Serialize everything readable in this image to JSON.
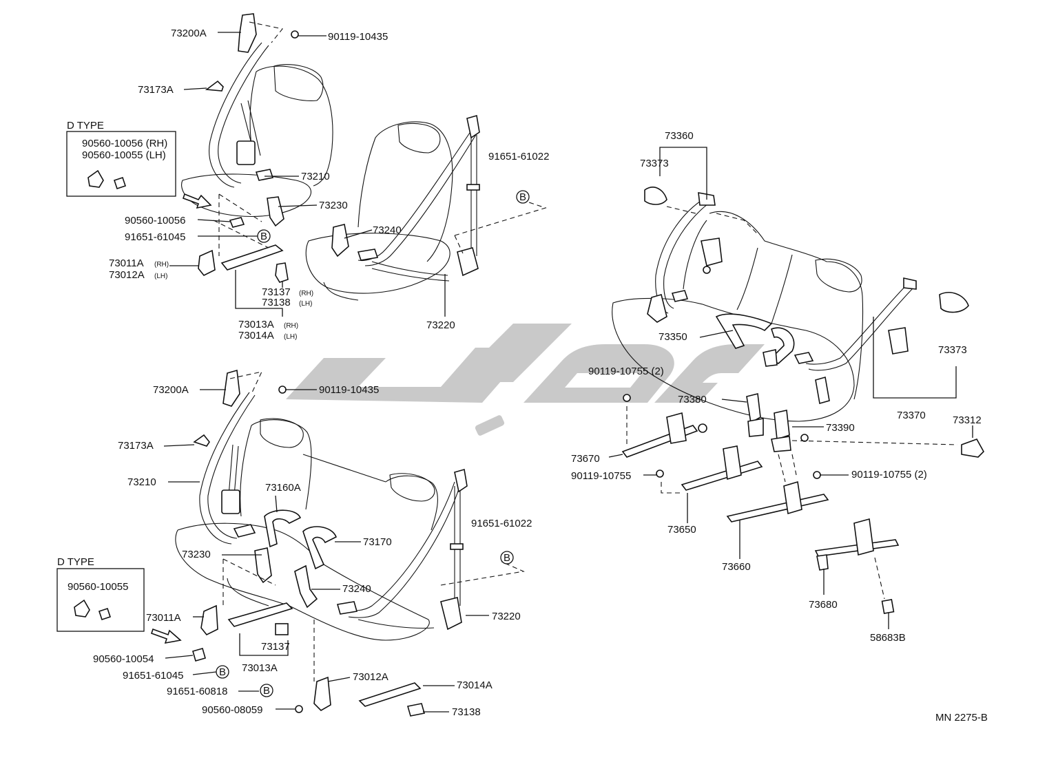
{
  "watermark": {
    "color": "#c9c9c9"
  },
  "diagram_code": "MN 2275-B",
  "upper_left": {
    "labels": {
      "p73200A": "73200A",
      "p9011910435": "90119-10435",
      "p73173A": "73173A",
      "p73210": "73210",
      "p73230": "73230",
      "p9056010056": "90560-10056",
      "p9165161045": "91651-61045",
      "p73011A": "73011A",
      "p73011A_sub": "(RH)",
      "p73012A": "73012A",
      "p73012A_sub": "(LH)",
      "p73137": "73137",
      "p73137_sub": "(RH)",
      "p73138": "73138",
      "p73138_sub": "(LH)",
      "p73013A": "73013A",
      "p73013A_sub": "(RH)",
      "p73014A": "73014A",
      "p73014A_sub": "(LH)",
      "p73240": "73240",
      "p73220": "73220",
      "p9165161022": "91651-61022",
      "circle_b1": "B",
      "circle_b2": "B"
    },
    "dtype": {
      "title": "D TYPE",
      "line1": "90560-10056 (RH)",
      "line2": "90560-10055 (LH)"
    }
  },
  "lower_left": {
    "labels": {
      "p73200A": "73200A",
      "p9011910435": "90119-10435",
      "p73173A": "73173A",
      "p73210": "73210",
      "p73160A": "73160A",
      "p73170": "73170",
      "p73230": "73230",
      "p73240": "73240",
      "p9165161022": "91651-61022",
      "p73220": "73220",
      "p73011A": "73011A",
      "p9056010054": "90560-10054",
      "p9165161045": "91651-61045",
      "p9165160818": "91651-60818",
      "p9056008059": "90560-08059",
      "p73137": "73137",
      "p73013A": "73013A",
      "p73012A": "73012A",
      "p73014A": "73014A",
      "p73138": "73138",
      "circle_b1": "B",
      "circle_b2": "B",
      "circle_b3": "B"
    },
    "dtype": {
      "title": "D TYPE",
      "line1": "90560-10055"
    }
  },
  "right": {
    "labels": {
      "p73360": "73360",
      "p73373a": "73373",
      "p73373b": "73373",
      "p73350": "73350",
      "p9011910755_2a": "90119-10755 (2)",
      "p73380": "73380",
      "p73390": "73390",
      "p73370": "73370",
      "p73312": "73312",
      "p73670": "73670",
      "p9011910755": "90119-10755",
      "p9011910755_2b": "90119-10755 (2)",
      "p73650": "73650",
      "p73660": "73660",
      "p73680": "73680",
      "p58683B": "58683B"
    }
  }
}
